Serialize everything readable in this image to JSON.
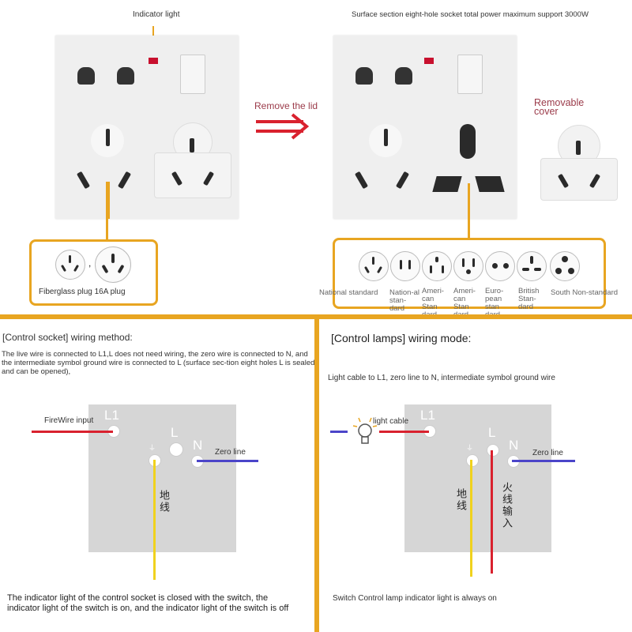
{
  "top": {
    "indicator_light": "Indicator light",
    "surface_title": "Surface section eight-hole socket total power maximum support 3000W",
    "remove_lid": "Remove the lid",
    "removable_cover": "Removable cover",
    "plug_comma": ",",
    "fiberglass_label": "Fiberglass plug 16A plug",
    "plug_types": [
      "National standard",
      "Nation-al stan-dard",
      "Ameri-can Stan dard",
      "Ameri-can Stan dard",
      "Euro-pean stan dard",
      "British Stan-dard",
      "South Non-standard"
    ]
  },
  "left": {
    "heading": "[Control socket] wiring method:",
    "description": "The live wire is connected to L1,L does not need wiring, the zero wire is connected to N, and the intermediate symbol ground wire is connected to L (surface sec-tion eight holes L is sealed and can be opened),",
    "firewire_input": "FireWire input",
    "zero_line": "Zero line",
    "L1": "L1",
    "L": "L",
    "N": "N",
    "ground_cn": "地线",
    "footer": "The indicator light of the control socket is closed with the switch, the indicator light of the switch is on, and the indicator light of the switch is off"
  },
  "right": {
    "heading": "[Control lamps] wiring mode:",
    "description": "Light cable to L1, zero line to N, intermediate symbol ground wire",
    "light_cable": "light cable",
    "zero_line": "Zero line",
    "L1": "L1",
    "L": "L",
    "N": "N",
    "ground_cn": "地线",
    "fire_cn": "火线输入",
    "footer": "Switch Control lamp indicator light is always on"
  },
  "colors": {
    "accent": "#e8a521",
    "red_wire": "#d9212e",
    "blue_wire": "#4b45c9",
    "yellow_wire": "#f0d21e",
    "indicator": "#c8102e",
    "removable_text": "#9b3b4a"
  },
  "icons": [
    "lightbulb-icon",
    "double-arrow-icon",
    "ground-symbol-icon"
  ]
}
